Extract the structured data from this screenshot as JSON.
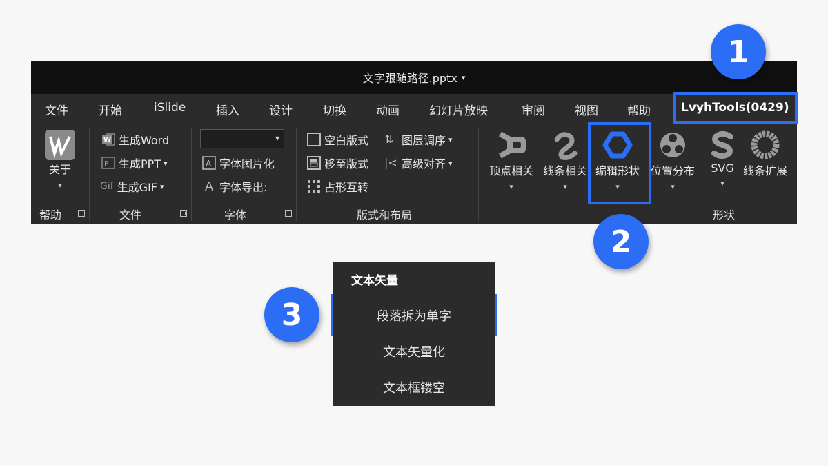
{
  "titlebar": {
    "filename": "文字跟随路径.pptx",
    "caret": "▾"
  },
  "tabs": [
    {
      "label": "文件"
    },
    {
      "label": "开始"
    },
    {
      "label": "iSlide"
    },
    {
      "label": "插入"
    },
    {
      "label": "设计"
    },
    {
      "label": "切换"
    },
    {
      "label": "动画"
    },
    {
      "label": "幻灯片放映"
    },
    {
      "label": "审阅"
    },
    {
      "label": "视图"
    },
    {
      "label": "帮助"
    },
    {
      "label": "LvyhTools(0429)"
    }
  ],
  "groups": {
    "help": {
      "label": "帮助",
      "about": "关于"
    },
    "file": {
      "label": "文件",
      "gen_word": "生成Word",
      "gen_ppt": "生成PPT",
      "gen_gif": "生成GIF",
      "word_tag": "W",
      "ppt_tag": "P",
      "gif_tag": "Gif"
    },
    "font": {
      "label": "字体",
      "font_to_image": "字体图片化",
      "font_export": "字体导出:"
    },
    "layout": {
      "label": "版式和布局",
      "blank_layout": "空白版式",
      "layer_order": "图层调序",
      "move_to_layout": "移至版式",
      "advanced_align": "高级对齐",
      "placeholder_convert": "占形互转"
    },
    "shape": {
      "label": "形状",
      "vertex": "顶点相关",
      "line": "线条相关",
      "edit_shape": "编辑形状",
      "position": "位置分布",
      "svg": "SVG",
      "line_expand": "线条扩展"
    }
  },
  "menu": {
    "header": "文本矢量",
    "items": [
      "段落拆为单字",
      "文本矢量化",
      "文本框镂空"
    ]
  },
  "badges": [
    "1",
    "2",
    "3"
  ],
  "colors": {
    "accent": "#2b6ef5",
    "ribbon": "#2b2b2b",
    "titlebar": "#101010"
  }
}
